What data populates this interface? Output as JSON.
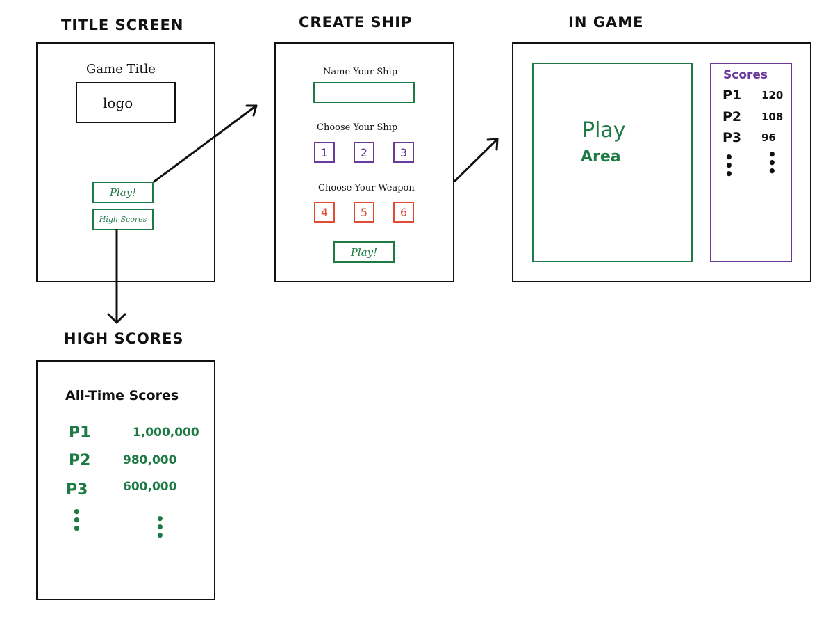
{
  "headings": {
    "title_screen": "TITLE SCREEN",
    "create_ship": "CREATE SHIP",
    "in_game": "IN GAME",
    "high_scores": "HIGH SCORES"
  },
  "title_screen": {
    "game_title": "Game Title",
    "logo": "logo",
    "play_button": "Play!",
    "high_scores_button": "High Scores"
  },
  "create_ship": {
    "name_label": "Name Your Ship",
    "name_value": "",
    "choose_ship_label": "Choose Your Ship",
    "ships": [
      "1",
      "2",
      "3"
    ],
    "choose_weapon_label": "Choose Your Weapon",
    "weapons": [
      "4",
      "5",
      "6"
    ],
    "play_button": "Play!"
  },
  "in_game": {
    "play_area_line1": "Play",
    "play_area_line2": "Area",
    "scores_title": "Scores",
    "scores": [
      {
        "player": "P1",
        "score": "120"
      },
      {
        "player": "P2",
        "score": "108"
      },
      {
        "player": "P3",
        "score": "96"
      }
    ]
  },
  "high_scores": {
    "title": "All-Time Scores",
    "scores": [
      {
        "player": "P1",
        "score": "1,000,000"
      },
      {
        "player": "P2",
        "score": "980,000"
      },
      {
        "player": "P3",
        "score": "600,000"
      }
    ]
  },
  "colors": {
    "ink": "#111111",
    "green": "#1e7a45",
    "purple": "#6a3a9a",
    "red": "#e24a35"
  }
}
